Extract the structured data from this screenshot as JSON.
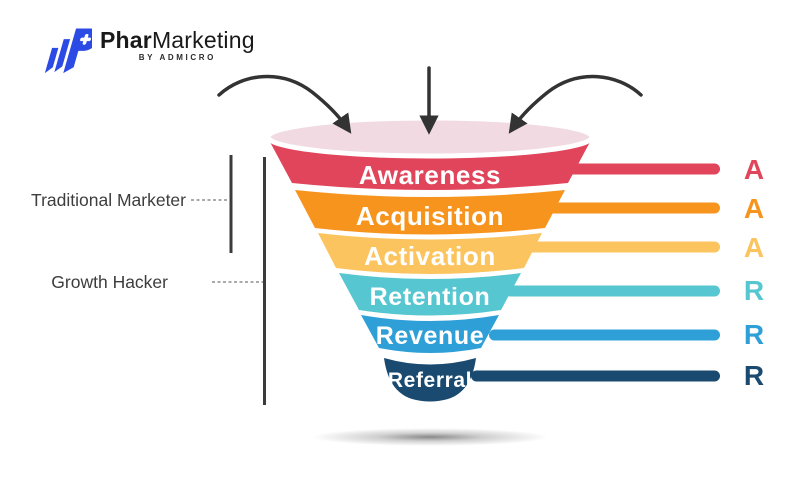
{
  "logo": {
    "brand_bold": "Phar",
    "brand_light": "Marketing",
    "tagline": "BY ADMICRO",
    "icon": "layered-p-with-medical-cross",
    "icon_color": "#2B4BE4"
  },
  "left_annotations": {
    "items": [
      {
        "label": "Traditional Marketer"
      },
      {
        "label": "Growth Hacker"
      }
    ],
    "line_color": "#3b3b3b",
    "text_color": "#3d3d3d"
  },
  "funnel": {
    "type": "funnel",
    "mouth_color": "#F1DAE1",
    "arrow_color": "#333333",
    "stages": [
      {
        "label": "Awareness",
        "letter": "A",
        "color": "#E0455B"
      },
      {
        "label": "Acquisition",
        "letter": "A",
        "color": "#F7941E"
      },
      {
        "label": "Activation",
        "letter": "A",
        "color": "#FBC45F"
      },
      {
        "label": "Retention",
        "letter": "R",
        "color": "#56C6D0"
      },
      {
        "label": "Revenue",
        "letter": "R",
        "color": "#2F9FD8"
      },
      {
        "label": "Referral",
        "letter": "R",
        "color": "#1A4A70"
      }
    ]
  }
}
